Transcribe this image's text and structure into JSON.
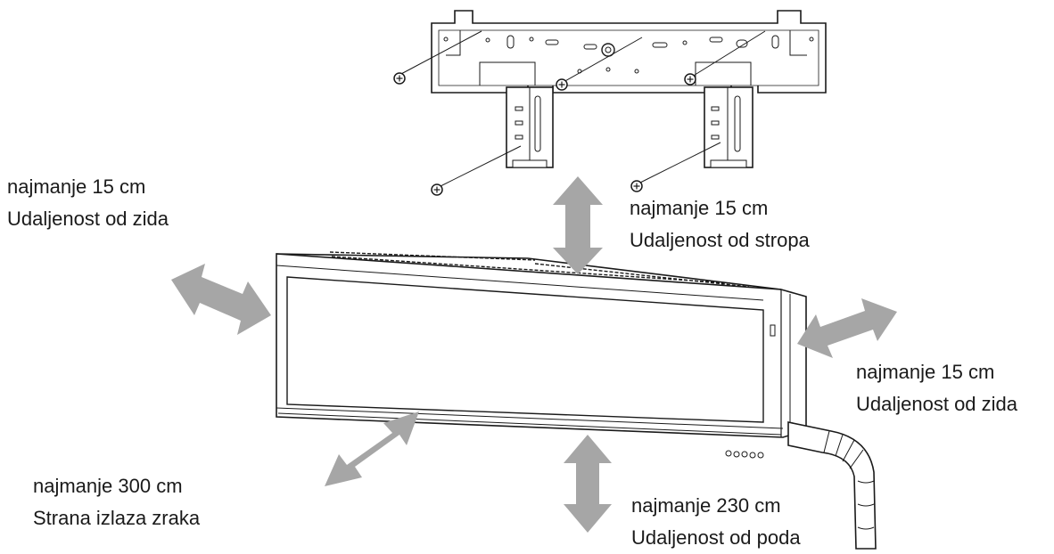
{
  "labels": {
    "left_wall": {
      "line1": "najmanje 15 cm",
      "line2": "Udaljenost od zida"
    },
    "ceiling": {
      "line1": "najmanje 15 cm",
      "line2": "Udaljenost od stropa"
    },
    "right_wall": {
      "line1": "najmanje 15 cm",
      "line2": "Udaljenost od zida"
    },
    "air_outlet": {
      "line1": "najmanje 300 cm",
      "line2": "Strana izlaza zraka"
    },
    "floor": {
      "line1": "najmanje 230 cm",
      "line2": "Udaljenost od poda"
    }
  },
  "colors": {
    "arrow": "#a6a6a6",
    "line": "#1a1a1a",
    "background": "#ffffff"
  },
  "icons": [
    "screw-icon",
    "double-arrow-icon",
    "mounting-plate",
    "indoor-unit"
  ]
}
